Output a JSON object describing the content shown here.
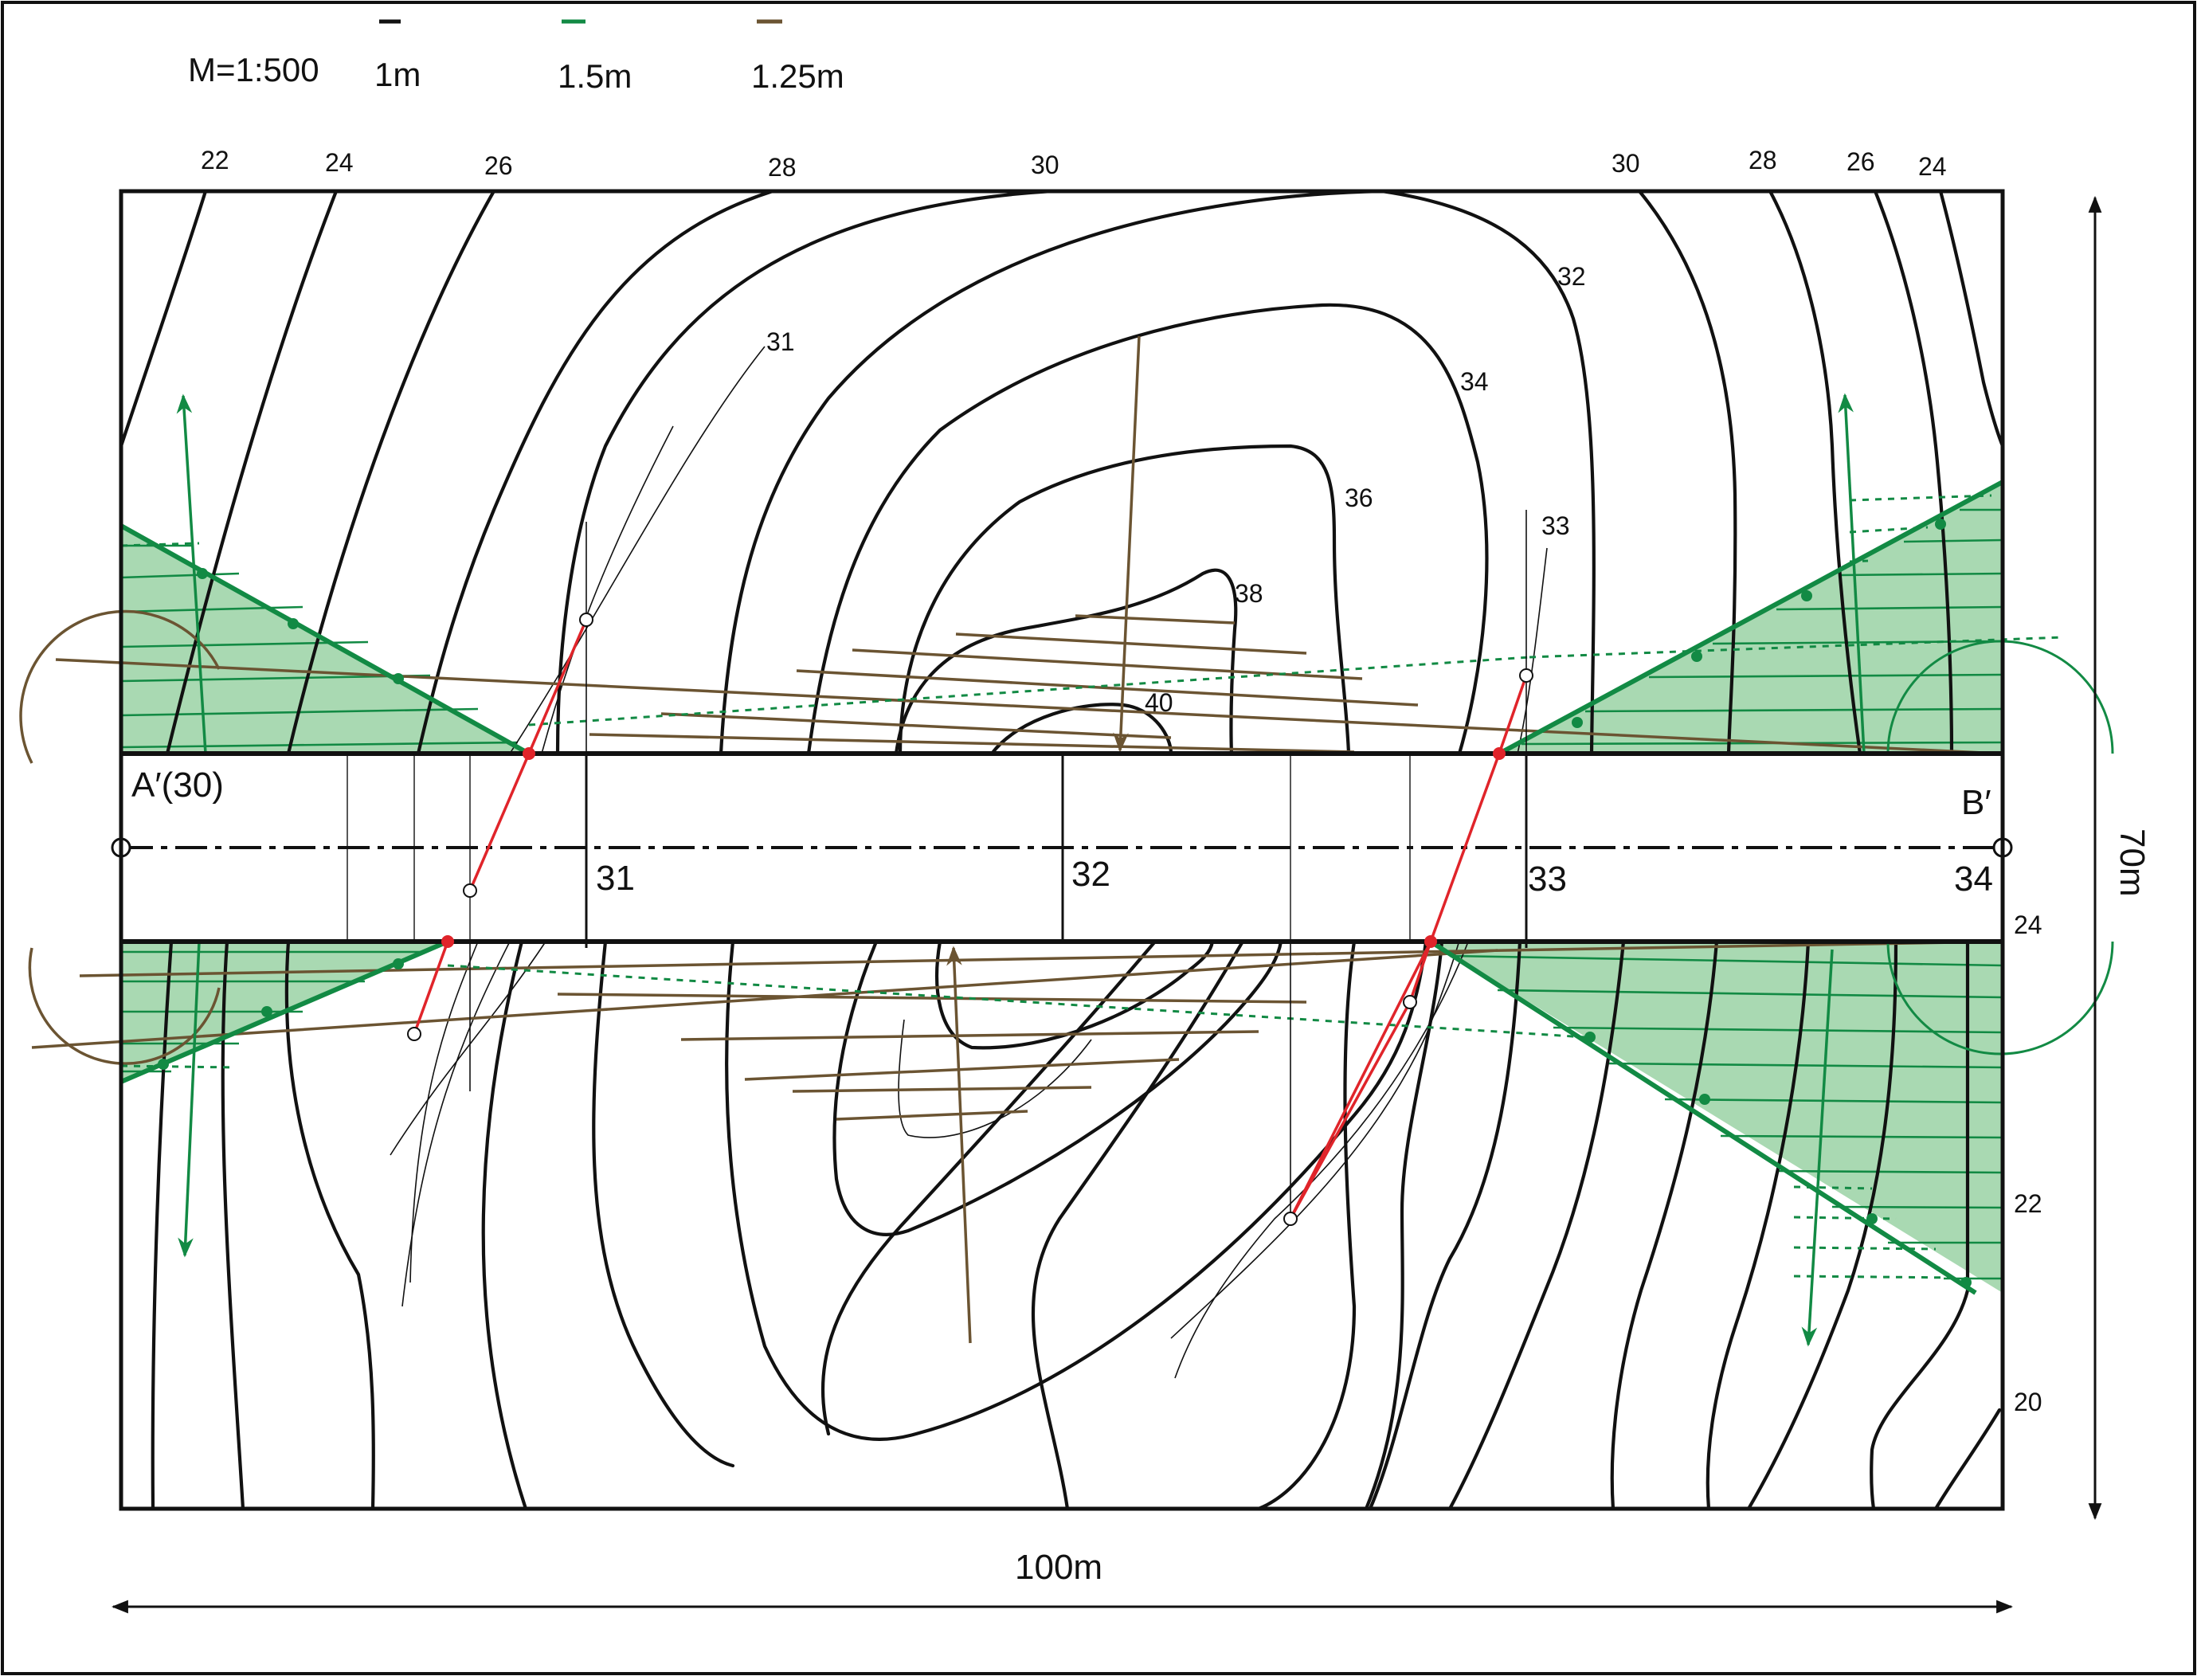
{
  "scale_label": "M=1:500",
  "legend": [
    {
      "label": "1m",
      "color": "#111111"
    },
    {
      "label": "1.5m",
      "color": "#128a44"
    },
    {
      "label": "1.25m",
      "color": "#6b5432"
    }
  ],
  "colors": {
    "contour": "#111111",
    "green": "#128a44",
    "green_fill": "#a9d9b2",
    "brown": "#6b5432",
    "red": "#e0242a"
  },
  "top_contour_labels": [
    "22",
    "24",
    "26",
    "28",
    "30",
    "30",
    "28",
    "26",
    "24"
  ],
  "contour_labels": [
    "31",
    "32",
    "34",
    "36",
    "38",
    "40",
    "33"
  ],
  "right_labels": [
    "24",
    "22",
    "20"
  ],
  "road": {
    "start_label": "A′(30)",
    "end_label": "B′",
    "stations": [
      "31",
      "32",
      "33",
      "34"
    ]
  },
  "dimensions": {
    "width_label": "100m",
    "height_label": "70m"
  }
}
